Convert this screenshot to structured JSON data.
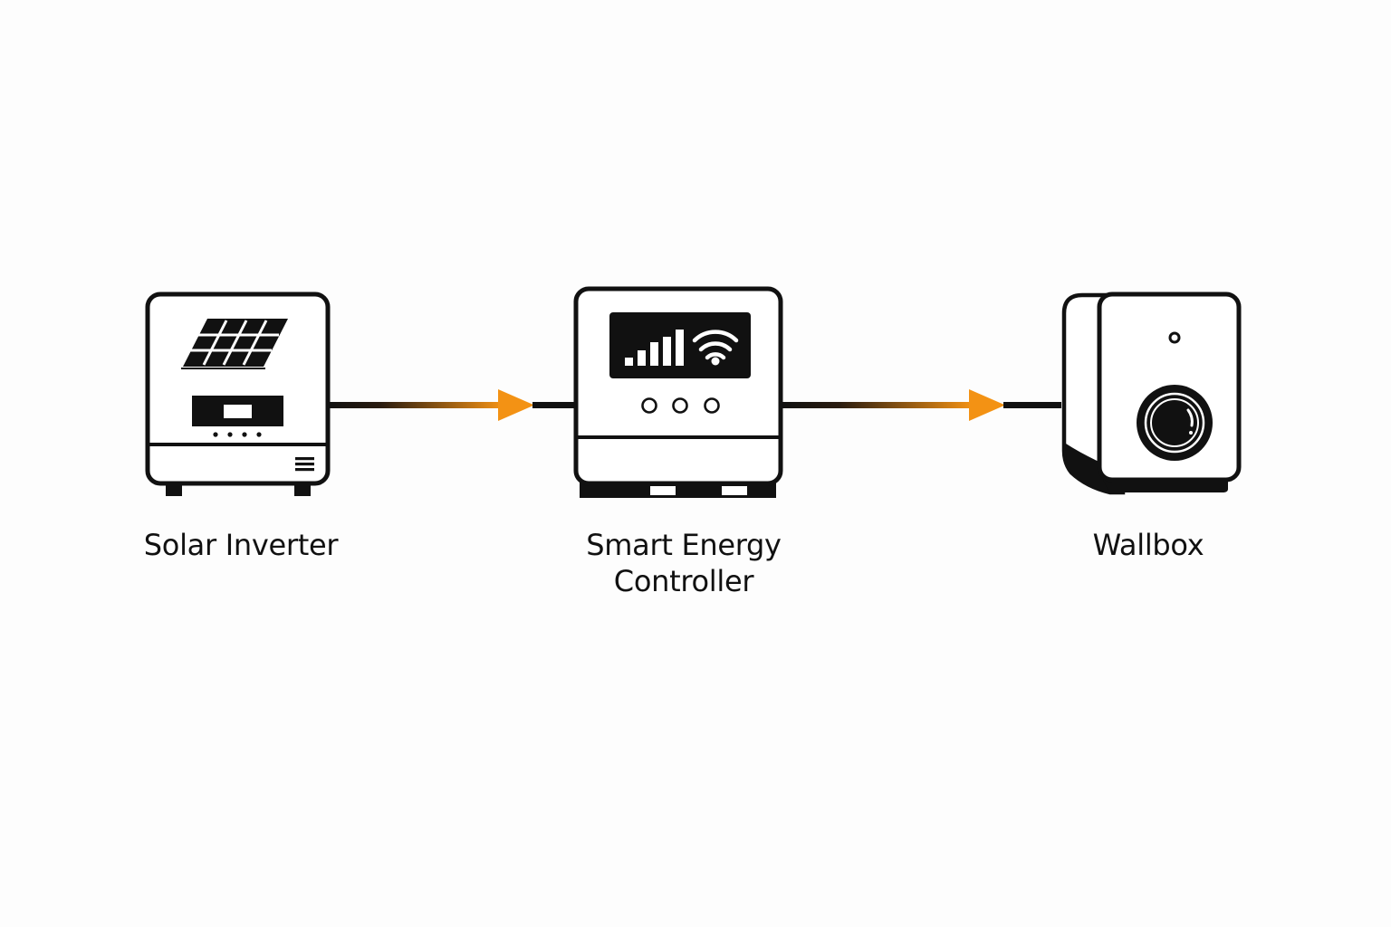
{
  "colors": {
    "ink": "#111111",
    "background": "#fdfdfd",
    "flow_accent": "#f39214"
  },
  "nodes": [
    {
      "id": "solar-inverter",
      "label": "Solar Inverter",
      "icons": [
        "solar-panel-icon",
        "display-icon",
        "vent-icon"
      ]
    },
    {
      "id": "smart-energy-controller",
      "label_lines": [
        "Smart Energy",
        "Controller"
      ],
      "icons": [
        "signal-bars-icon",
        "wifi-icon",
        "status-led-icon"
      ]
    },
    {
      "id": "wallbox",
      "label": "Wallbox",
      "icons": [
        "indicator-light-icon",
        "charging-socket-icon"
      ]
    }
  ],
  "edges": [
    {
      "from": "solar-inverter",
      "to": "smart-energy-controller",
      "style": "black-to-orange-arrow"
    },
    {
      "from": "smart-energy-controller",
      "to": "wallbox",
      "style": "black-to-orange-arrow"
    }
  ]
}
